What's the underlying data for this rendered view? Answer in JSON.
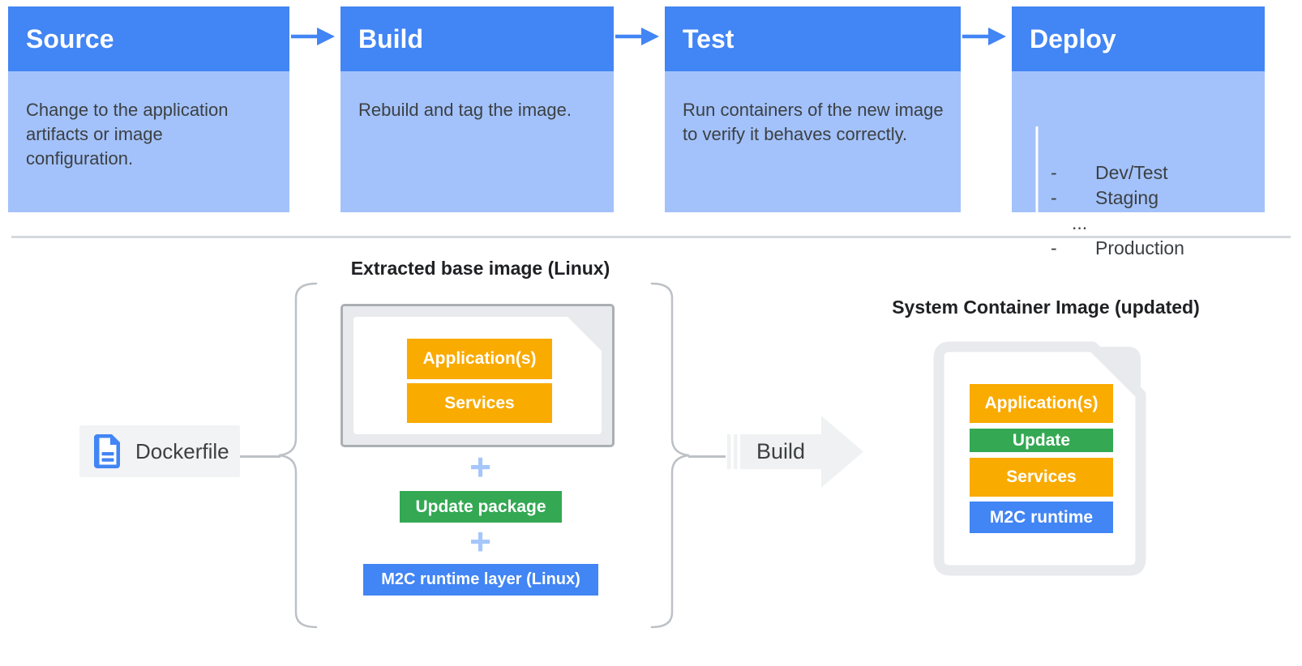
{
  "pipeline": {
    "stages": [
      {
        "title": "Source",
        "description": "Change to the application artifacts or image configuration."
      },
      {
        "title": "Build",
        "description": "Rebuild and tag the image."
      },
      {
        "title": "Test",
        "description": "Run containers of the new image to verify it behaves correctly."
      },
      {
        "title": "Deploy",
        "deploy_targets": [
          {
            "bullet": "-",
            "label": "Dev/Test"
          },
          {
            "bullet": "-",
            "label": "Staging"
          },
          {
            "bullet": "",
            "label": "..."
          },
          {
            "bullet": "-",
            "label": "Production"
          }
        ]
      }
    ]
  },
  "composition": {
    "section_title": "Extracted base image (Linux)",
    "base_image_layers": [
      "Application(s)",
      "Services"
    ],
    "plus_sign": "+",
    "update_package_label": "Update package",
    "runtime_layer_label": "M2C runtime layer (Linux)",
    "dockerfile_label": "Dockerfile",
    "build_arrow_label": "Build"
  },
  "result": {
    "section_title": "System Container Image (updated)",
    "layers": [
      {
        "label": "Application(s)",
        "color": "#F9AB00"
      },
      {
        "label": "Update",
        "color": "#34A853"
      },
      {
        "label": "Services",
        "color": "#F9AB00"
      },
      {
        "label": "M2C runtime",
        "color": "#4285F4"
      }
    ]
  },
  "palette": {
    "header_blue": "#4285F4",
    "card_body_blue": "#A3C2FB",
    "yellow": "#F9AB00",
    "green": "#34A853",
    "blue": "#4285F4",
    "plus_light_blue": "#A5C6FB",
    "gray_fill": "#E8EAED",
    "gray_border": "#ABAFB4",
    "text_dark": "#3C4043"
  }
}
